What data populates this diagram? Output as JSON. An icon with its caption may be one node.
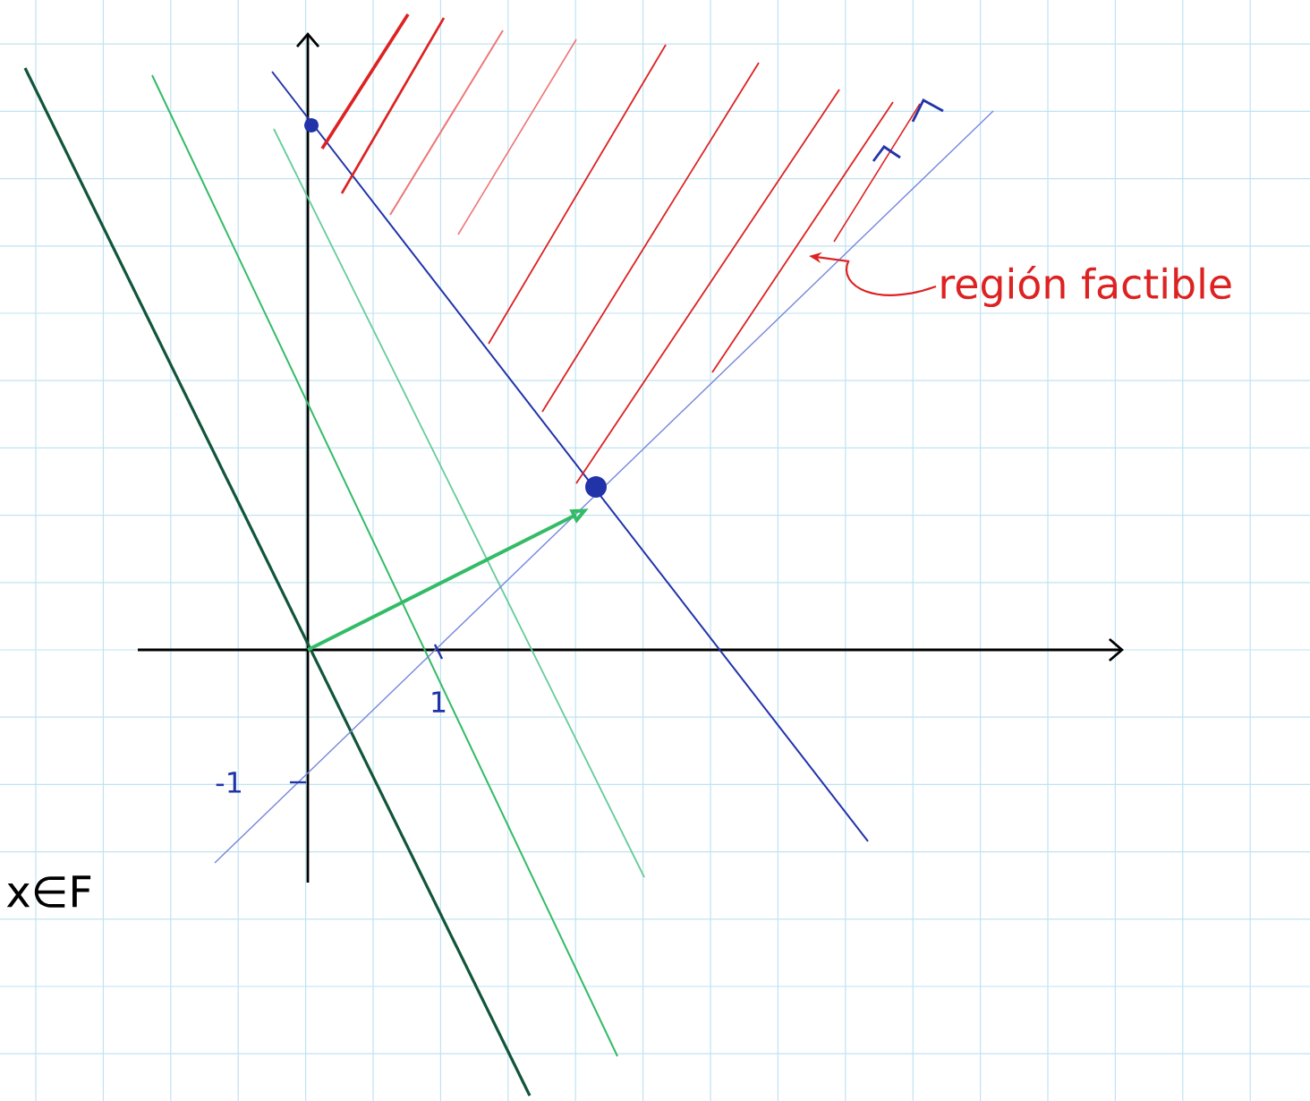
{
  "diagram": {
    "nodes": [
      {
        "text": [
          "región factible"
        ]
      },
      {
        "text": [],
        "shape": "picture"
      }
    ],
    "edges": [
      {
        "from": 0,
        "to": 1,
        "arrow": "to",
        "color": "#dd2222"
      }
    ],
    "labels": [
      "1",
      "-1",
      "x∈F"
    ]
  }
}
